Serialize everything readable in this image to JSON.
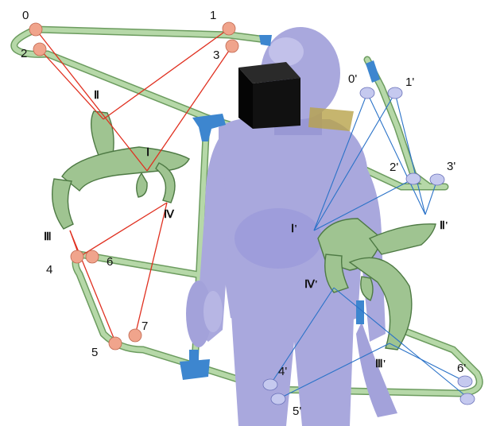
{
  "colors": {
    "background": "#ffffff",
    "mannequin": "#a9a8dd",
    "mannequin_shade": "#8d8bc8",
    "frame_tube": "#b6d8a8",
    "frame_tube_edge": "#6c9c5f",
    "connector": "#3d86cf",
    "sensor_red": "#f0a48c",
    "sensor_blue": "#c5c9ef",
    "red_line": "#e03020",
    "blue_line": "#2a72c8",
    "helmet": "#111111",
    "module": "#9fc491"
  },
  "labels": {
    "left_points": [
      "0",
      "1",
      "2",
      "3",
      "4",
      "5",
      "6",
      "7"
    ],
    "right_points": [
      "0'",
      "1'",
      "2'",
      "3'",
      "4'",
      "5'",
      "6'"
    ],
    "left_roman": [
      "Ⅱ",
      "Ⅰ",
      "Ⅲ",
      "Ⅳ"
    ],
    "right_roman": [
      "Ⅰ'",
      "Ⅱ'",
      "Ⅲ'",
      "Ⅳ'"
    ]
  }
}
